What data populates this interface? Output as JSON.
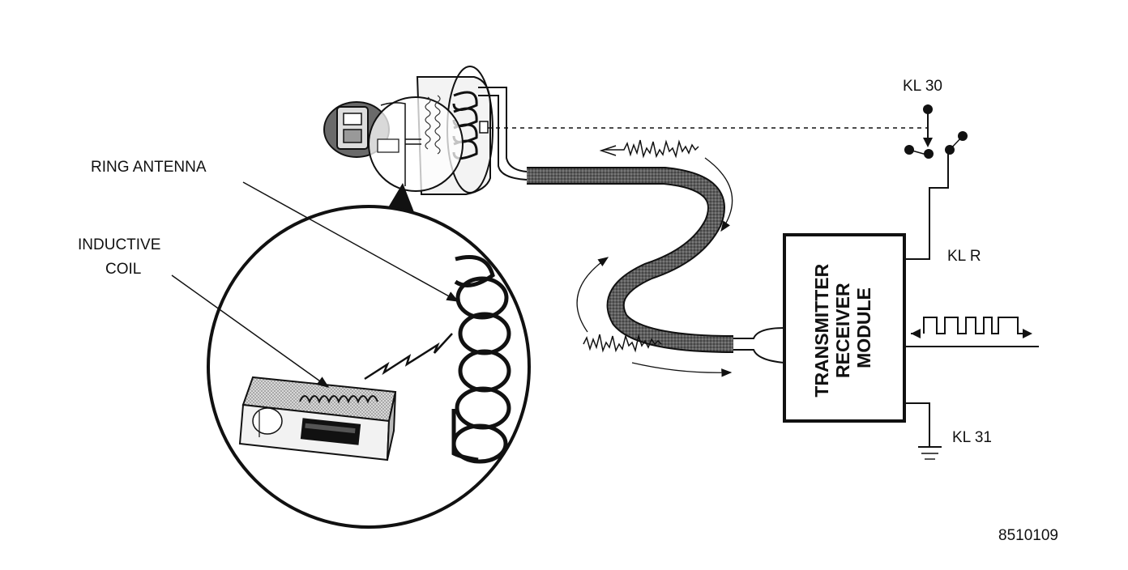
{
  "labels": {
    "ring_antenna": "RING ANTENNA",
    "inductive_coil_line1": "INDUCTIVE",
    "inductive_coil_line2": "COIL",
    "kl30": "KL 30",
    "klr": "KL R",
    "kl31": "KL 31",
    "figure_number": "8510109"
  },
  "module": {
    "line1": "TRANSMITTER",
    "line2": "RECEIVER",
    "line3": "MODULE"
  },
  "colors": {
    "ink": "#111111",
    "cable": "#555555",
    "shade": "#cfcfcf"
  }
}
